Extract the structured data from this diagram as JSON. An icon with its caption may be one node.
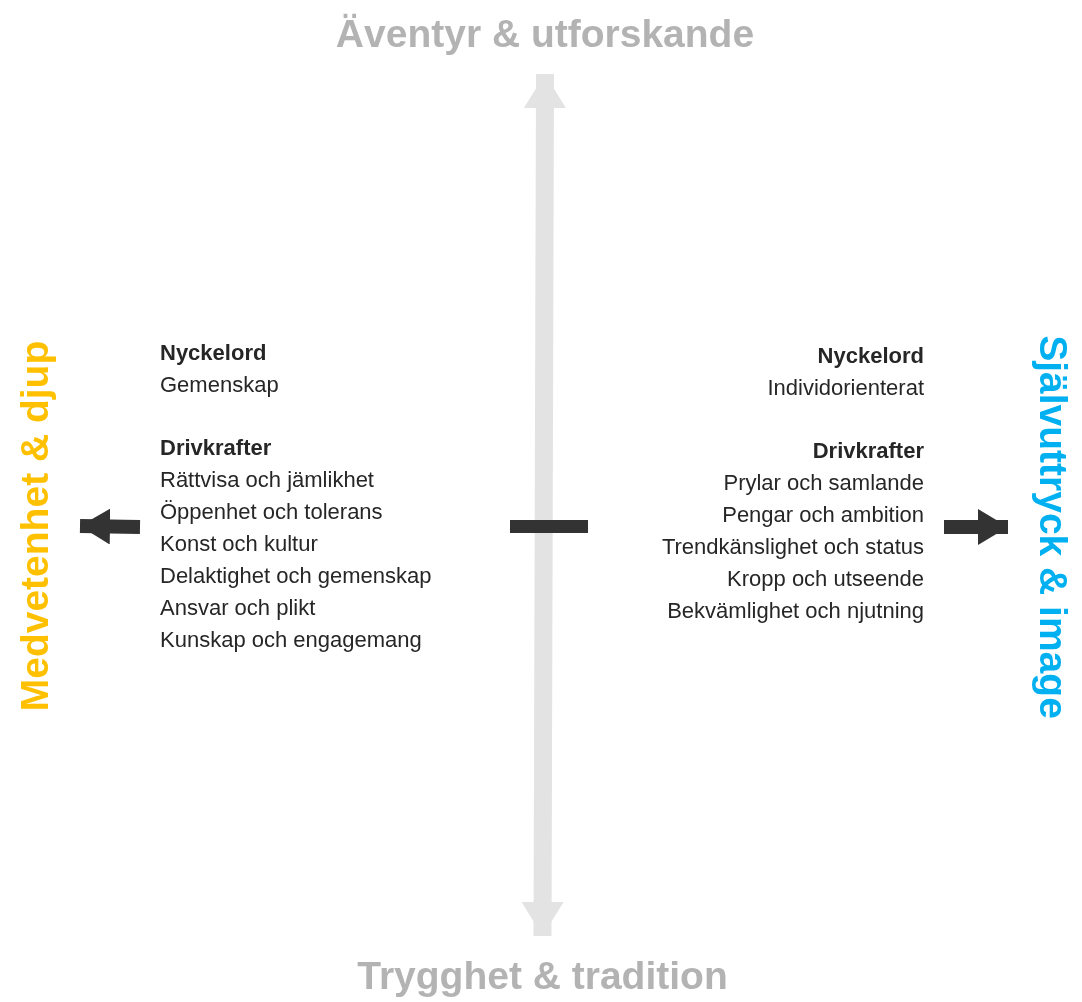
{
  "diagram": {
    "nodes": [
      {
        "text": [
          "Äventyr & utforskande"
        ]
      },
      {
        "text": [
          "Trygghet & tradition"
        ]
      },
      {
        "text": [
          "Medvetenhet & djup"
        ]
      },
      {
        "text": [
          "Självuttryck & image"
        ]
      }
    ],
    "edges": [
      {
        "from": 0,
        "to": 1,
        "arrow": "both",
        "color": "#e3e3e3"
      },
      {
        "from": null,
        "to": 2,
        "arrow": "to"
      },
      {
        "from": null,
        "to": 3,
        "arrow": "to"
      }
    ],
    "labels": [
      "Nyckelord",
      "Gemenskap",
      "Drivkrafter",
      "Rättvisa och jämlikhet",
      "Öppenhet och tolerans",
      "Konst och kultur",
      "Delaktighet och gemenskap",
      "Ansvar och plikt",
      "Kunskap och engagemang",
      "Nyckelord",
      "Individorienterat",
      "Drivkrafter",
      "Prylar och samlande",
      "Pengar och ambition",
      "Trendkänslighet och status",
      "Kropp och utseende",
      "Bekvämlighet och njutning"
    ]
  }
}
